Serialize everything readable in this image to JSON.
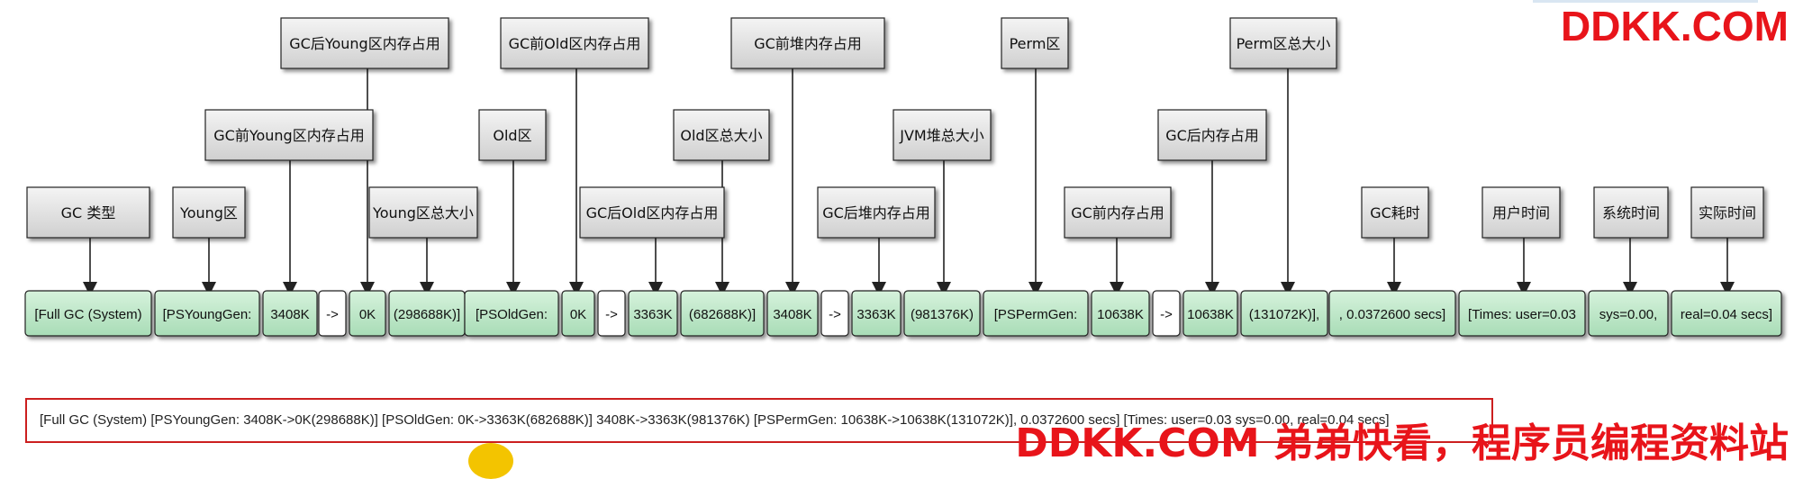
{
  "watermark_top": "DDKK.COM",
  "watermark_bottom": "DDKK.COM 弟弟快看，程序员编程资料站",
  "summary": "[Full GC (System) [PSYoungGen: 3408K->0K(298688K)] [PSOldGen: 0K->3363K(682688K)] 3408K->3363K(981376K) [PSPermGen: 10638K->10638K(131072K)], 0.0372600 secs] [Times: user=0.03 sys=0.00, real=0.04 secs]",
  "segments": [
    "[Full GC (System)",
    "[PSYoungGen:",
    "3408K",
    "->",
    "0K",
    "(298688K)]",
    "[PSOldGen:",
    "0K",
    "->",
    "3363K",
    "(682688K)]",
    "3408K",
    "->",
    "3363K",
    "(981376K)",
    "[PSPermGen:",
    "10638K",
    "->",
    "10638K",
    "(131072K)],",
    ", 0.0372600 secs]",
    "[Times: user=0.03",
    "sys=0.00,",
    "real=0.04 secs]"
  ],
  "labels": [
    "GC 类型",
    "Young区",
    "GC前Young区内存占用",
    "GC后Young区内存占用",
    "Young区总大小",
    "Old区",
    "GC前Old区内存占用",
    "GC后Old区内存占用",
    "Old区总大小",
    "GC前堆内存占用",
    "GC后堆内存占用",
    "JVM堆总大小",
    "Perm区",
    "GC前内存占用",
    "GC后内存占用",
    "Perm区总大小",
    "GC耗时",
    "用户时间",
    "系统时间",
    "实际时间"
  ],
  "colors": {
    "segment_fill": "#c8ecd2",
    "arrow_fill": "#ffffff",
    "label_fill": "#e0e0e0",
    "line": "#222222",
    "summary_border": "#cc1f1f",
    "watermark": "#e8141a"
  }
}
